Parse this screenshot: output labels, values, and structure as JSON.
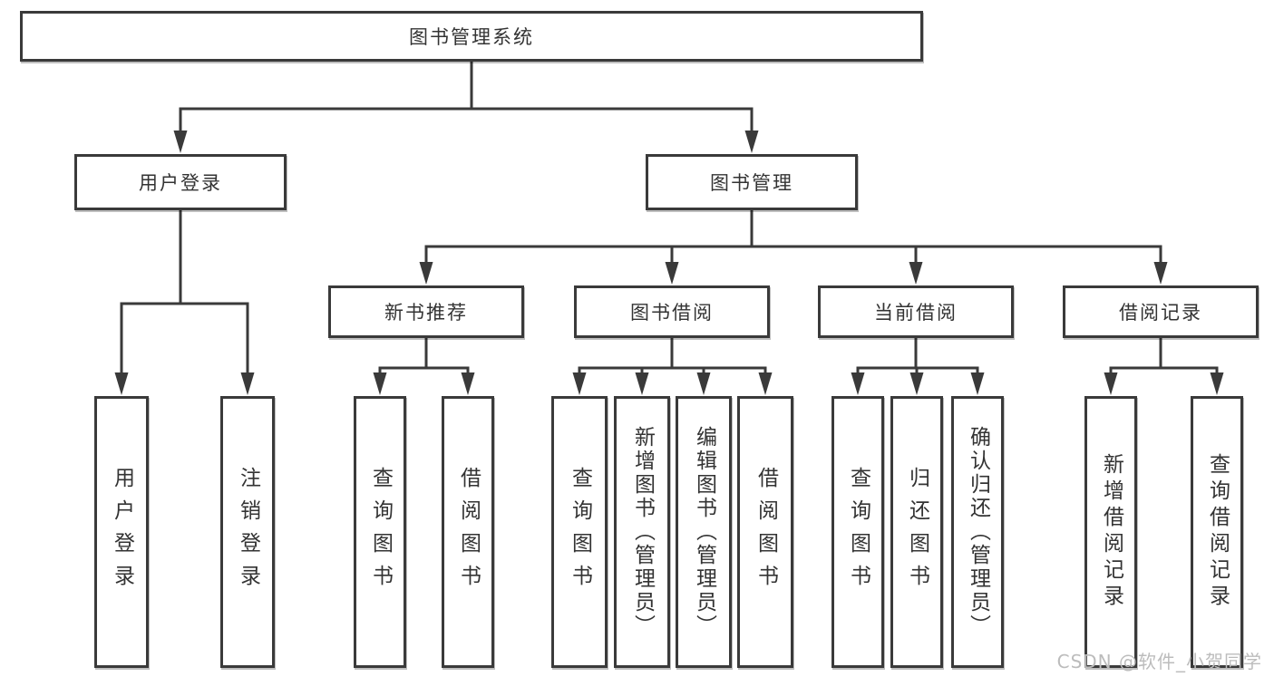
{
  "tree": {
    "label": "图书管理系统",
    "children": [
      {
        "label": "用户登录",
        "children": [
          {
            "label": "用户登录"
          },
          {
            "label": "注销登录"
          }
        ]
      },
      {
        "label": "图书管理",
        "children": [
          {
            "label": "新书推荐",
            "children": [
              {
                "label": "查询图书"
              },
              {
                "label": "借阅图书"
              }
            ]
          },
          {
            "label": "图书借阅",
            "children": [
              {
                "label": "查询图书"
              },
              {
                "label": "新增图书（管理员）"
              },
              {
                "label": "编辑图书（管理员）"
              },
              {
                "label": "借阅图书"
              }
            ]
          },
          {
            "label": "当前借阅",
            "children": [
              {
                "label": "查询图书"
              },
              {
                "label": "归还图书"
              },
              {
                "label": "确认归还（管理员）"
              }
            ]
          },
          {
            "label": "借阅记录",
            "children": [
              {
                "label": "新增借阅记录"
              },
              {
                "label": "查询借阅记录"
              }
            ]
          }
        ]
      }
    ]
  },
  "watermark": "CSDN @软件_小贺同学",
  "colors": {
    "line": "#3a3a3a",
    "text": "#333333",
    "background": "#ffffff",
    "watermark": "#bcbcbc"
  }
}
